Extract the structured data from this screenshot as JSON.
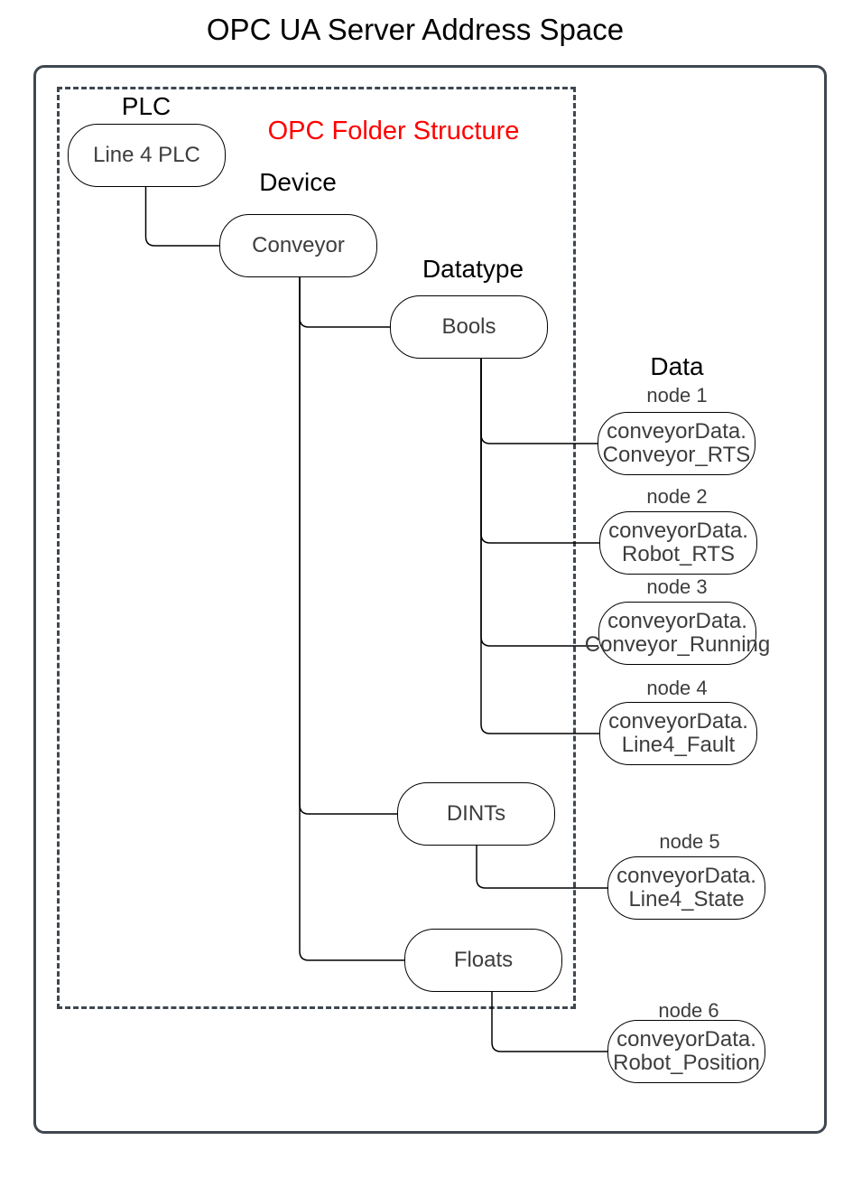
{
  "title": "OPC UA Server Address Space",
  "diagram": {
    "folder_structure_label": "OPC Folder Structure",
    "levels": {
      "plc": "PLC",
      "device": "Device",
      "datatype": "Datatype",
      "data": "Data"
    },
    "plc_node": "Line 4 PLC",
    "device_node": "Conveyor",
    "datatype_nodes": {
      "bools": "Bools",
      "dints": "DINTs",
      "floats": "Floats"
    },
    "data_nodes": [
      {
        "label": "node 1",
        "line1": "conveyorData.",
        "line2": "Conveyor_RTS"
      },
      {
        "label": "node 2",
        "line1": "conveyorData.",
        "line2": "Robot_RTS"
      },
      {
        "label": "node 3",
        "line1": "conveyorData.",
        "line2": "Conveyor_Running"
      },
      {
        "label": "node 4",
        "line1": "conveyorData.",
        "line2": "Line4_Fault"
      },
      {
        "label": "node 5",
        "line1": "conveyorData.",
        "line2": "Line4_State"
      },
      {
        "label": "node 6",
        "line1": "conveyorData.",
        "line2": "Robot_Position"
      }
    ],
    "colors": {
      "accent_red": "#FF0000",
      "frame": "#3F474F",
      "stroke": "#000000"
    }
  }
}
